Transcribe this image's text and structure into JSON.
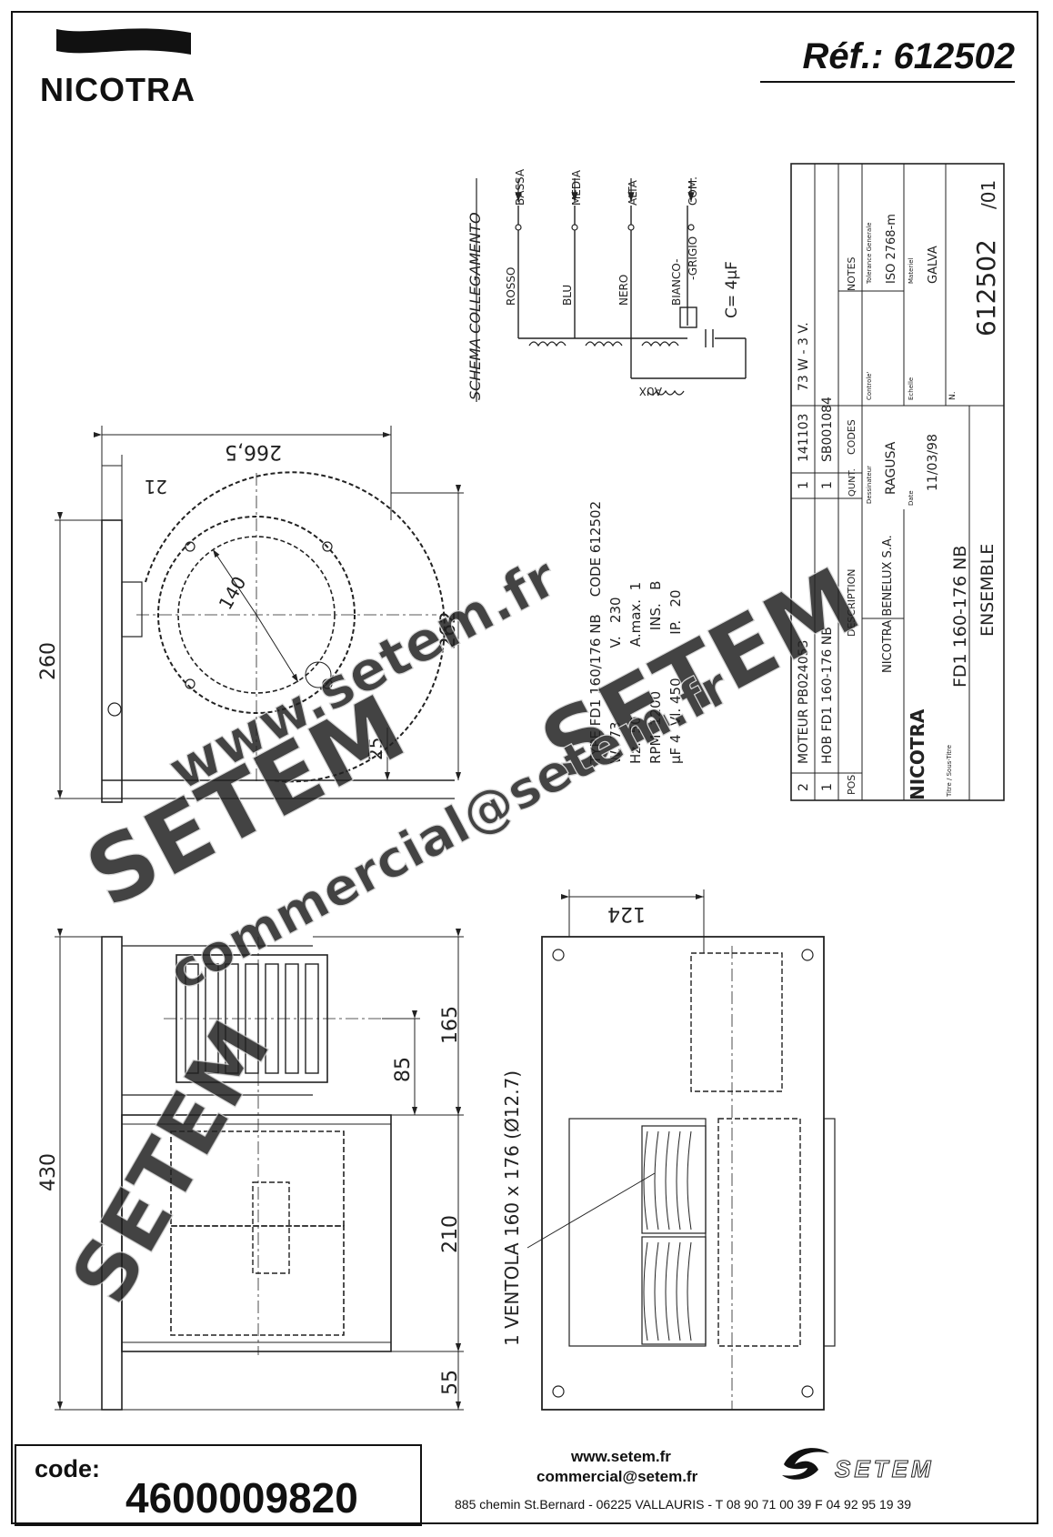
{
  "header": {
    "brand": "NICOTRA",
    "reference": "Réf.: 612502"
  },
  "schema": {
    "title": "SCHEMA COLLEGAMENTO",
    "speeds": [
      "BASSA",
      "MEDIA",
      "ALTA",
      "COM."
    ],
    "wires": [
      "ROSSO",
      "BLU",
      "NERO",
      "BIANCO-",
      "-GRIGIO"
    ],
    "capacitor": "C= 4µF",
    "aux": "AUX"
  },
  "dimensions": {
    "width_top": "266,5",
    "offset": "21",
    "height_left": "260",
    "height_right": "262",
    "diameter": "140",
    "base": "25",
    "total_height": "430",
    "upper": "165",
    "motor": "85",
    "lower": "210",
    "foot": "55",
    "depth": "124"
  },
  "specs": {
    "lines": [
      "TYPE FD1 160/176 NB    CODE 612502",
      "W.  73                 V.   230",
      "Hz.  50                A.max.  1",
      "RPM  1200              INS.   B",
      "µF 4  Vl. 450          IP.   20"
    ]
  },
  "fan_label": "1 VENTOLA 160 x 176 (Ø12.7)",
  "title_block": {
    "rows": [
      {
        "pos": "2",
        "desc": "MOTEUR PB024053",
        "qty": "1",
        "code": "141103",
        "note": "73 W - 3 V."
      },
      {
        "pos": "1",
        "desc": "HOB FD1 160-176 NB",
        "qty": "1",
        "code": "SB001084",
        "note": ""
      }
    ],
    "headers": {
      "pos": "POS.",
      "desc": "DESCRIPTION",
      "qty": "QUNT.",
      "code": "CODES",
      "notes": "NOTES"
    },
    "company": "NICOTRA BENELUX S.A.",
    "brand": "NICOTRA",
    "designer_label": "Dessinateur",
    "designer": "RAGUSA",
    "date_label": "Date",
    "date": "11/03/98",
    "control_label": "Controle'",
    "scale_label": "Echelle",
    "tolerance_label": "Tolerance Generale",
    "tolerance": "ISO 2768-m",
    "material_label": "Materiel",
    "material": "GALVA",
    "title_label": "Titre / Sous-Titre",
    "title": "FD1 160-176 NB",
    "subtitle": "ENSEMBLE",
    "number_label": "N.",
    "number": "612502",
    "revision": "/01"
  },
  "watermark": {
    "lines": [
      "www.setem.fr",
      "SETEM",
      "SETEM",
      "commercial@setem.fr",
      "SETEM"
    ]
  },
  "footer": {
    "code_label": "code:",
    "code_value": "4600009820",
    "web": "www.setem.fr",
    "email": "commercial@setem.fr",
    "address": "885 chemin St.Bernard  -  06225 VALLAURIS  -  T 08 90 71 00 39   F 04 92 95 19 39",
    "logo": "SETEM"
  }
}
